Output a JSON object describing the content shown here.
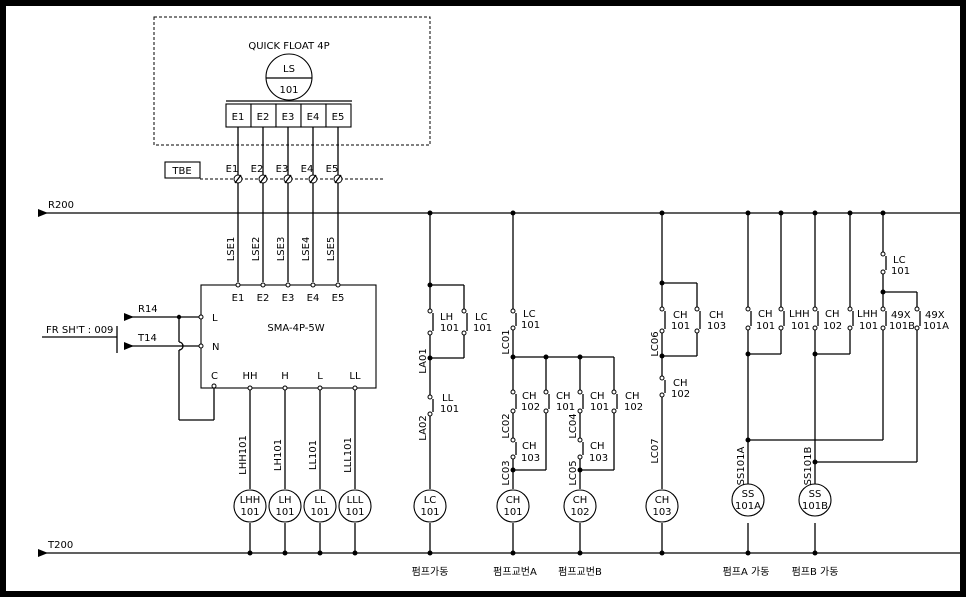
{
  "title": "QUICK FLOAT 4P",
  "ls_top": "LS",
  "ls_bottom": "101",
  "terminals": [
    "E1",
    "E2",
    "E3",
    "E4",
    "E5"
  ],
  "tbe": "TBE",
  "wires": [
    "LSE1",
    "LSE2",
    "LSE3",
    "LSE4",
    "LSE5"
  ],
  "bus_top": "R200",
  "bus_bottom": "T200",
  "fr_sheet": "FR SH'T : 009",
  "r14": "R14",
  "t14": "T14",
  "sma": {
    "name": "SMA-4P-5W",
    "left_pins": [
      "L",
      "N",
      "C"
    ],
    "out_pins": [
      "HH",
      "H",
      "L",
      "LL"
    ]
  },
  "level_wires": [
    "LHH101",
    "LH101",
    "LL101",
    "LLL101"
  ],
  "level_lamps": [
    {
      "top": "LHH",
      "bottom": "101"
    },
    {
      "top": "LH",
      "bottom": "101"
    },
    {
      "top": "LL",
      "bottom": "101"
    },
    {
      "top": "LLL",
      "bottom": "101"
    }
  ],
  "pump_col": {
    "c1": [
      "LH",
      "101"
    ],
    "c2": [
      "LC",
      "101"
    ],
    "w1": "LA01",
    "c3": [
      "LL",
      "101"
    ],
    "w2": "LA02",
    "lamp": {
      "top": "LC",
      "bottom": "101"
    },
    "label": "펌프가동"
  },
  "alt_col": {
    "c1": [
      "LC",
      "101"
    ],
    "w1": "LC01",
    "c2": [
      "CH",
      "102"
    ],
    "c3": [
      "CH",
      "101"
    ],
    "w2": "LC02",
    "c4": [
      "CH",
      "103"
    ],
    "w3": "LC03",
    "c5": [
      "CH",
      "101"
    ],
    "c6": [
      "CH",
      "102"
    ],
    "w4": "LC04",
    "c7": [
      "CH",
      "103"
    ],
    "w5": "LC05",
    "lamp1": {
      "top": "CH",
      "bottom": "101"
    },
    "lamp2": {
      "top": "CH",
      "bottom": "102"
    },
    "label1": "펌프교번A",
    "label2": "펌프교번B"
  },
  "ch103_col": {
    "c1": [
      "CH",
      "101"
    ],
    "c2": [
      "CH",
      "103"
    ],
    "w1": "LC06",
    "c3": [
      "CH",
      "102"
    ],
    "w2": "LC07",
    "lamp": {
      "top": "CH",
      "bottom": "103"
    }
  },
  "ss_col": {
    "a": [
      [
        "CH",
        "101"
      ],
      [
        "LHH",
        "101"
      ]
    ],
    "b": [
      [
        "CH",
        "102"
      ],
      [
        "LHH",
        "101"
      ]
    ],
    "lc": [
      "LC",
      "101"
    ],
    "x1": [
      "49X",
      "101B"
    ],
    "x2": [
      "49X",
      "101A"
    ],
    "w1": "SS101A",
    "w2": "SS101B",
    "lamp1": {
      "top": "SS",
      "bottom": "101A"
    },
    "lamp2": {
      "top": "SS",
      "bottom": "101B"
    },
    "label1": "펌프A 가동",
    "label2": "펌프B 가동"
  }
}
